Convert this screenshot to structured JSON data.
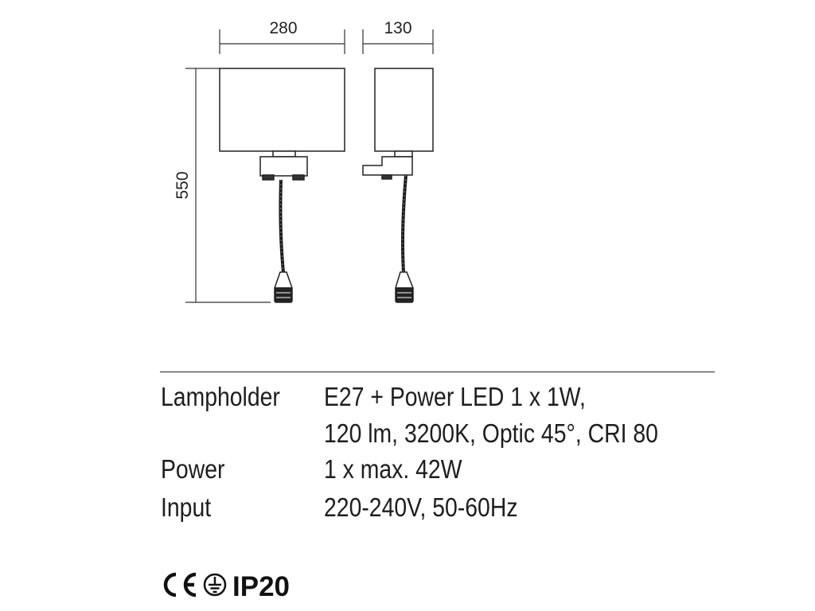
{
  "dimensions": {
    "width": "280",
    "depth": "130",
    "height": "550"
  },
  "specs": [
    {
      "label": "Lampholder",
      "lines": [
        "E27 + Power LED 1 x 1W,",
        "120 lm, 3200K, Optic 45°, CRI 80"
      ]
    },
    {
      "label": "Power",
      "lines": [
        "1 x max. 42W"
      ]
    },
    {
      "label": "Input",
      "lines": [
        "220-240V, 50-60Hz"
      ]
    }
  ],
  "certifications": {
    "ce_mark": "CE",
    "earth_symbol": "protective-earth-icon",
    "ip_rating": "IP20"
  }
}
